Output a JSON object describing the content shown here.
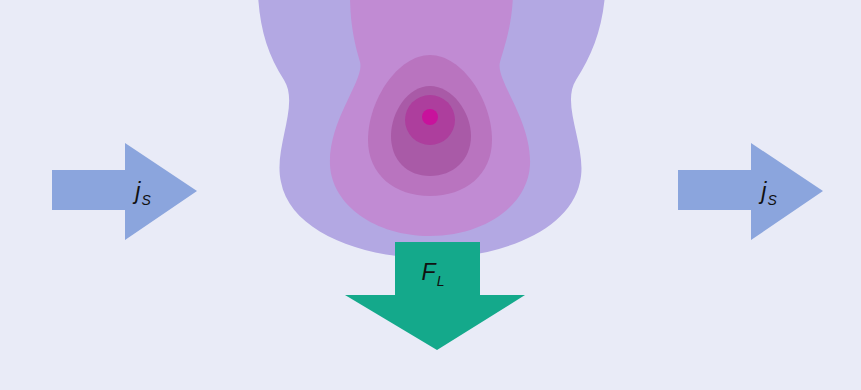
{
  "diagram": {
    "nodes": [
      {
        "text": [
          "j",
          "S"
        ]
      },
      {
        "text": [
          "j",
          "S"
        ]
      },
      {
        "text": [
          "F",
          "L"
        ]
      }
    ]
  }
}
